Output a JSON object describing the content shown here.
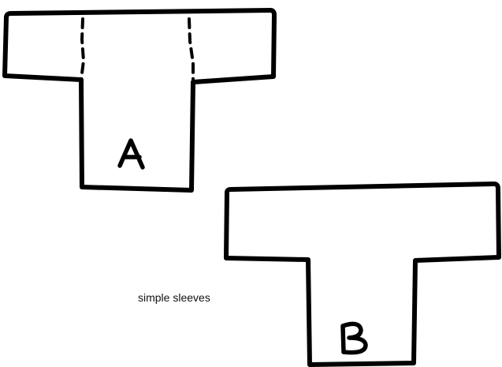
{
  "figures": [
    {
      "label": "A",
      "seams": "dashed"
    },
    {
      "label": "B",
      "seams": "none"
    }
  ],
  "caption": "simple sleeves",
  "colors": {
    "ink": "#000000",
    "paper": "#ffffff"
  }
}
